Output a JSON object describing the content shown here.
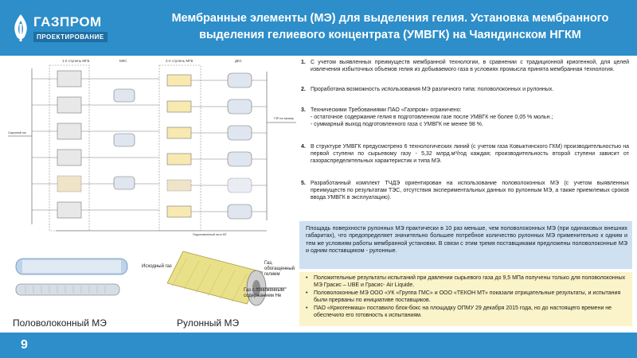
{
  "logo": {
    "name": "ГАЗПРОМ",
    "sub": "ПРОЕКТИРОВАНИЕ"
  },
  "title": {
    "line1": "Мембранные элементы (МЭ) для выделения гелия. Установка мембранного",
    "line2": "выделения гелиевого концентрата (УМВГК) на Чаяндинском НГКМ"
  },
  "diagram": {
    "stage1": "1-я ступень МГБ",
    "mks": "МКС",
    "stage2": "2-я ступень МГБ",
    "dks": "ДКС",
    "raw_gas": "Сырьевой газ",
    "gsp": "ГЗР на закачку",
    "prepared_gas": "Подготовленный газ в МГ",
    "caption_left": "Половолоконный МЭ",
    "caption_right": "Рулонный МЭ",
    "roll_labels": {
      "inlet": "Исходный газ",
      "enriched": "Газ, обогащенный гелием",
      "depleted": "Газ с пониженным содержанием Не"
    }
  },
  "points": [
    {
      "num": "1.",
      "text": "С учетом выявленных преимуществ мембранной технологии, в сравнении с традиционной криогенной, для целей извлечения избыточных объемов гелия из добываемого газа в условиях промысла принята мембранная технология."
    },
    {
      "num": "2.",
      "text": "Проработана возможность использования МЭ различного типа: половолоконных и рулонных."
    },
    {
      "num": "3.",
      "text": "Техническими Требованиями ПАО «Газпром» ограничено:",
      "sub1": "- остаточное содержание гелия в подготовленном газе после УМВГК не более 0,05 % мольн.;",
      "sub2": "- суммарный выход подготовленного газа с УМВГК не менее 98 %."
    },
    {
      "num": "4.",
      "text": "В структуре УМВГК предусмотрено 6 технологических линий (с учетом газа Ковыктинского ГКМ) производительностью на первой ступени по сырьевому газу - 5,32 млрд.м³/год каждая; производительность второй ступени зависит от газораспределительных характеристик и типа МЭ."
    },
    {
      "num": "5.",
      "text": "Разработанный комплект ТЧДЭ ориентирован на использование половолоконных МЭ (с учетом выявленных преимуществ по результатам ТЭС, отсутствия экспериментальных данных по рулонным МЭ, а также приемлемых сроков ввода УМВГК в эксплуатацию)."
    }
  ],
  "box1": "Площадь поверхности рулонных МЭ практически в 10 раз меньше, чем половолоконных МЭ (при одинаковых внешних габаритах), что предопределяет значительно большее потребное количество рулонных МЭ применительно к одним и тем же условиям работы мембранной установки. В связи с этим тремя поставщиками предложены половолоконные МЭ и одним поставщиком - рулонные.",
  "box2": [
    "Положительные результаты испытаний при давлении сырьевого газа до 9,5 МПа получены только для половолоконных МЭ Грасис – UBE и Грасис- Air Liquide.",
    "Половолоконные МЭ ООО «УК «Группа ГМС» и ООО «ТЕКОН МТ» показали отрицательные результаты, и испытания были прерваны по инициативе поставщиков.",
    "ПАО «Криогенмаш» поставило блок-бокс на площадку ОПМУ 29 декабря 2015 года, но до настоящего времени не обеспечило его готовность к испытаниям."
  ],
  "page_number": "9",
  "colors": {
    "header": "#2d8ec9",
    "box1": "#cfe0f1",
    "box2": "#fbf3c9"
  }
}
